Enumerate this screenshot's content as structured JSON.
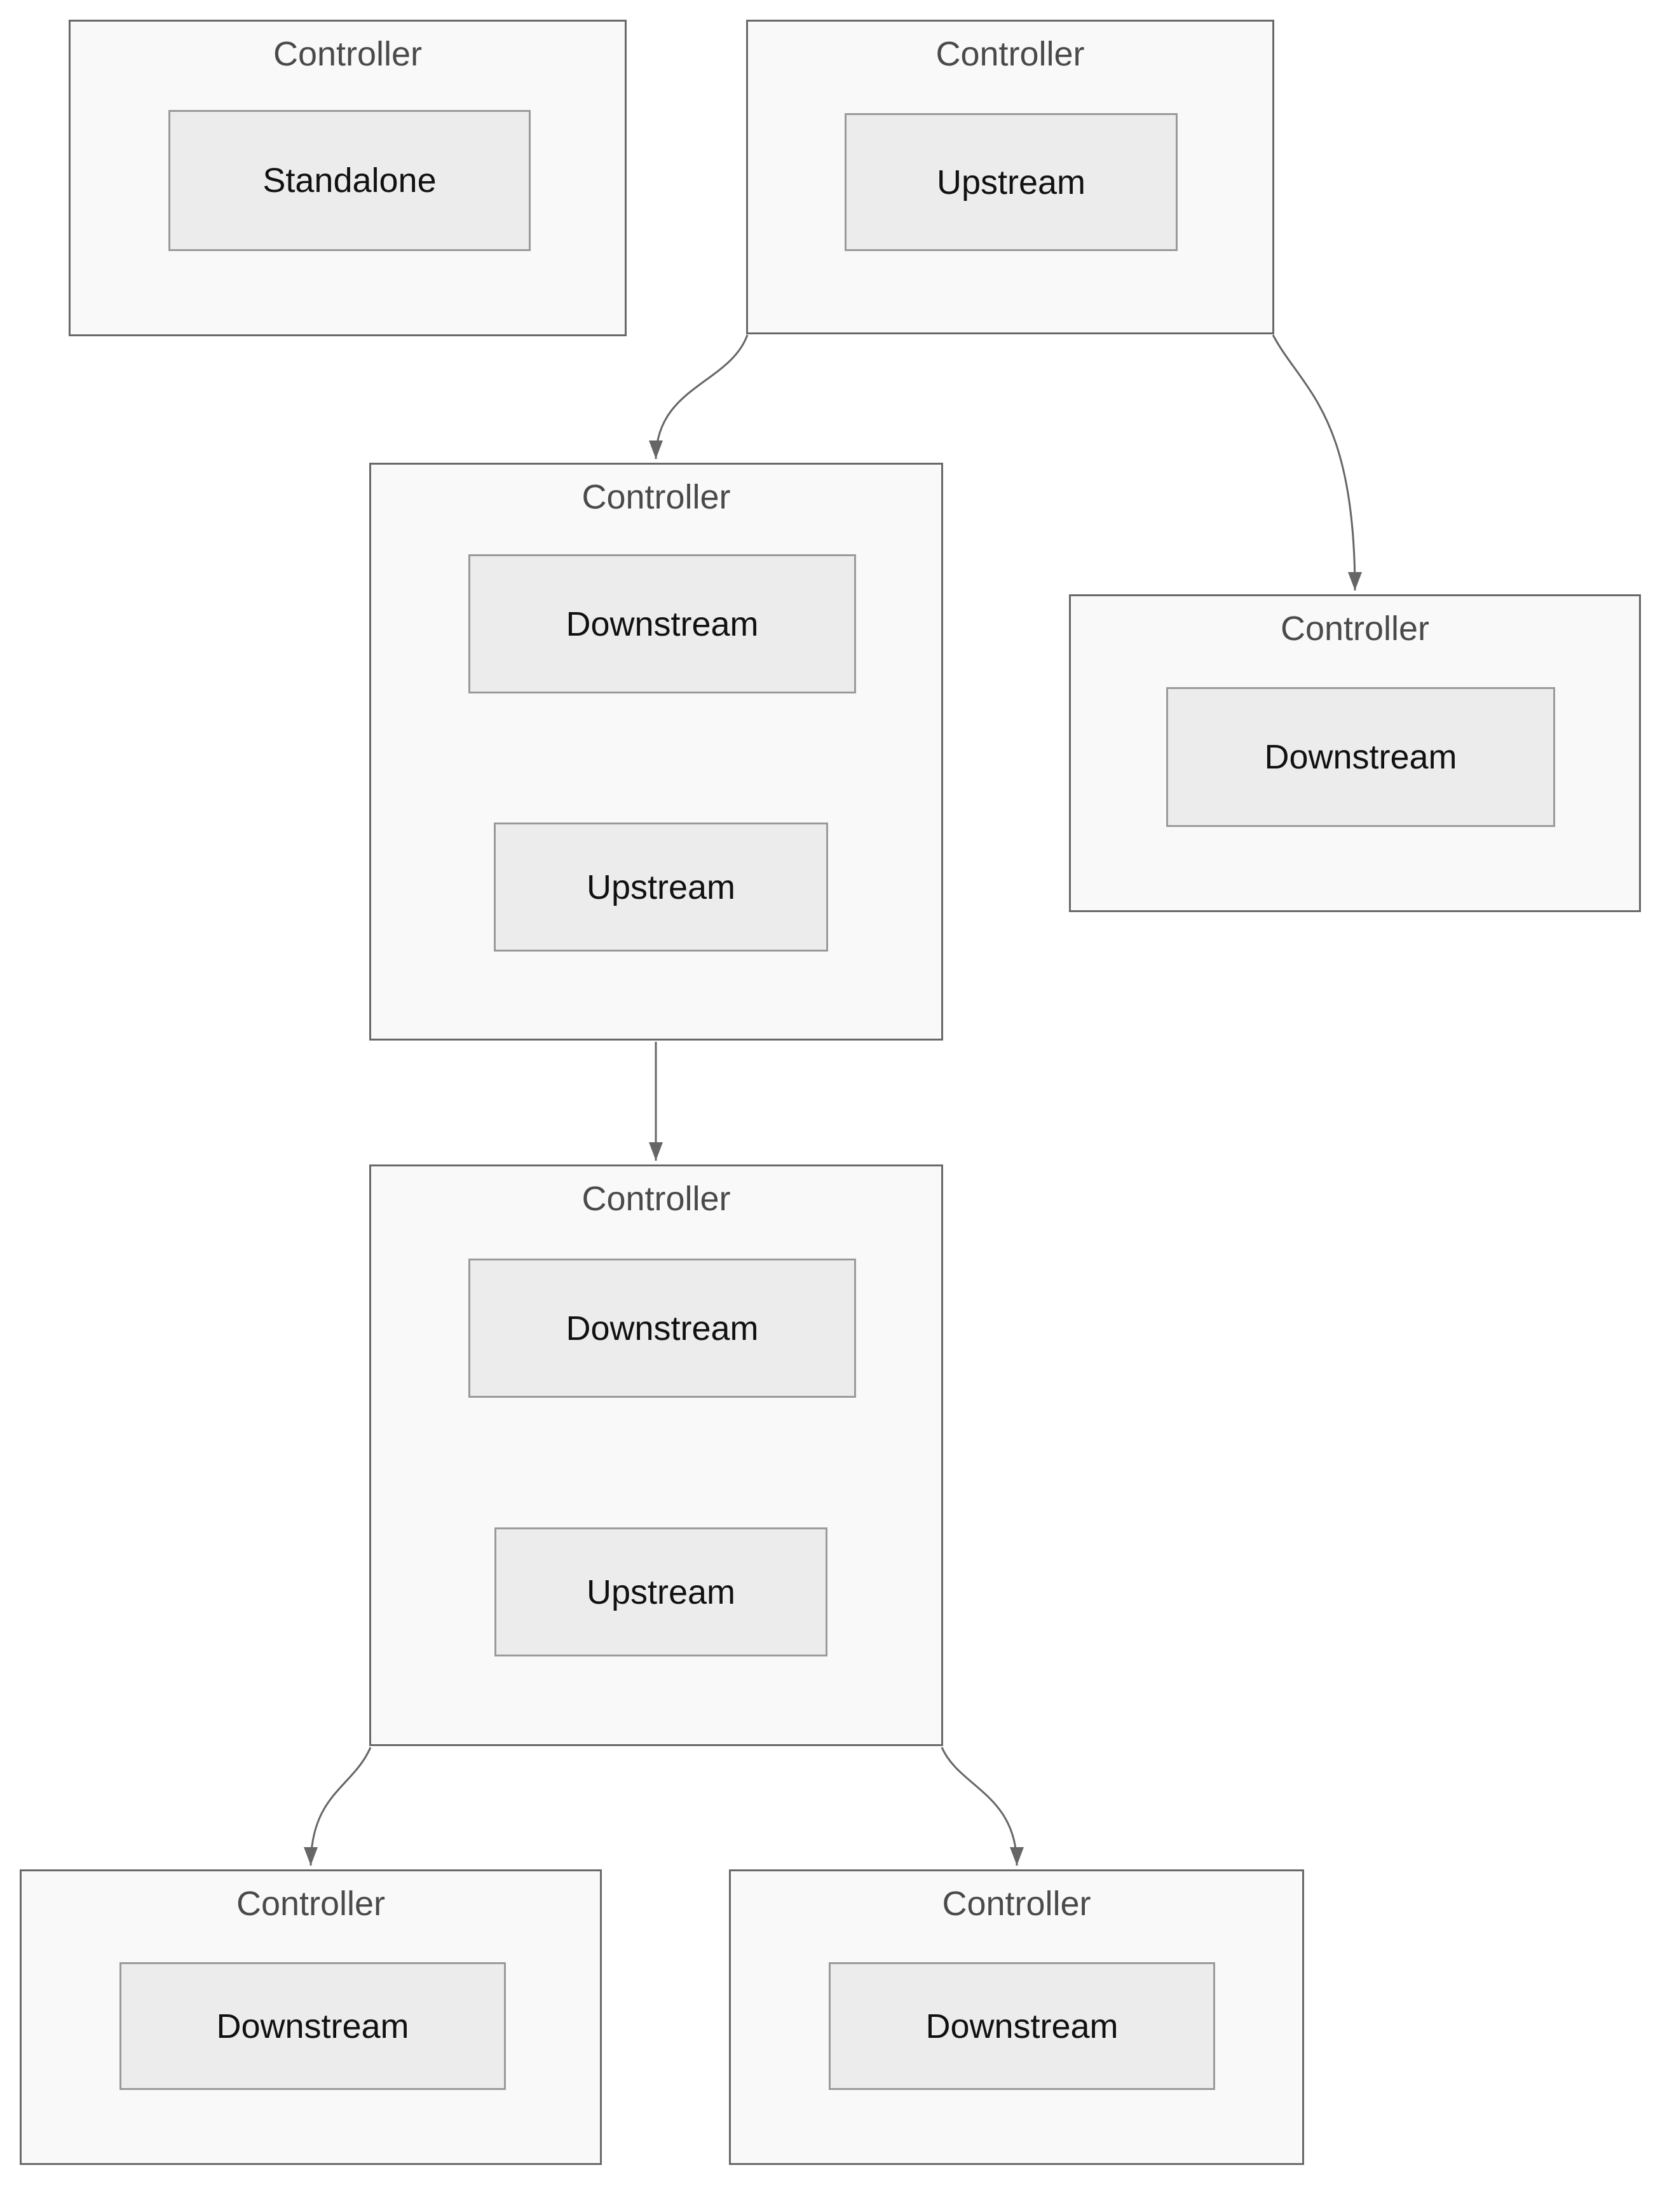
{
  "diagram": {
    "type": "controller-hierarchy-flow-diagram",
    "colors": {
      "background": "#ffffff",
      "node-fill": "#f9f9f9",
      "node-border": "#686868",
      "child-fill": "#ececec",
      "child-border": "#9a9a9a",
      "node-title-color": "#4a4a4a",
      "child-label-color": "#111111",
      "arrow-color": "#666666"
    },
    "nodes": [
      {
        "title": "Controller",
        "children": [
          {
            "label": "Standalone"
          }
        ]
      },
      {
        "title": "Controller",
        "children": [
          {
            "label": "Upstream"
          }
        ]
      },
      {
        "title": "Controller",
        "children": [
          {
            "label": "Downstream"
          },
          {
            "label": "Upstream"
          }
        ]
      },
      {
        "title": "Controller",
        "children": [
          {
            "label": "Downstream"
          }
        ]
      },
      {
        "title": "Controller",
        "children": [
          {
            "label": "Downstream"
          },
          {
            "label": "Upstream"
          }
        ]
      },
      {
        "title": "Controller",
        "children": [
          {
            "label": "Downstream"
          }
        ]
      },
      {
        "title": "Controller",
        "children": [
          {
            "label": "Downstream"
          }
        ]
      }
    ],
    "edges": [
      {
        "from": "node-2-upstream-controller",
        "to": "node-3-mid-controller"
      },
      {
        "from": "node-2-upstream-controller",
        "to": "node-4-right-controller"
      },
      {
        "from": "node-3-mid-controller",
        "to": "node-5-lower-mid-controller"
      },
      {
        "from": "node-5-lower-mid-controller",
        "to": "node-6-bottom-left-controller"
      },
      {
        "from": "node-5-lower-mid-controller",
        "to": "node-7-bottom-right-controller"
      }
    ]
  }
}
